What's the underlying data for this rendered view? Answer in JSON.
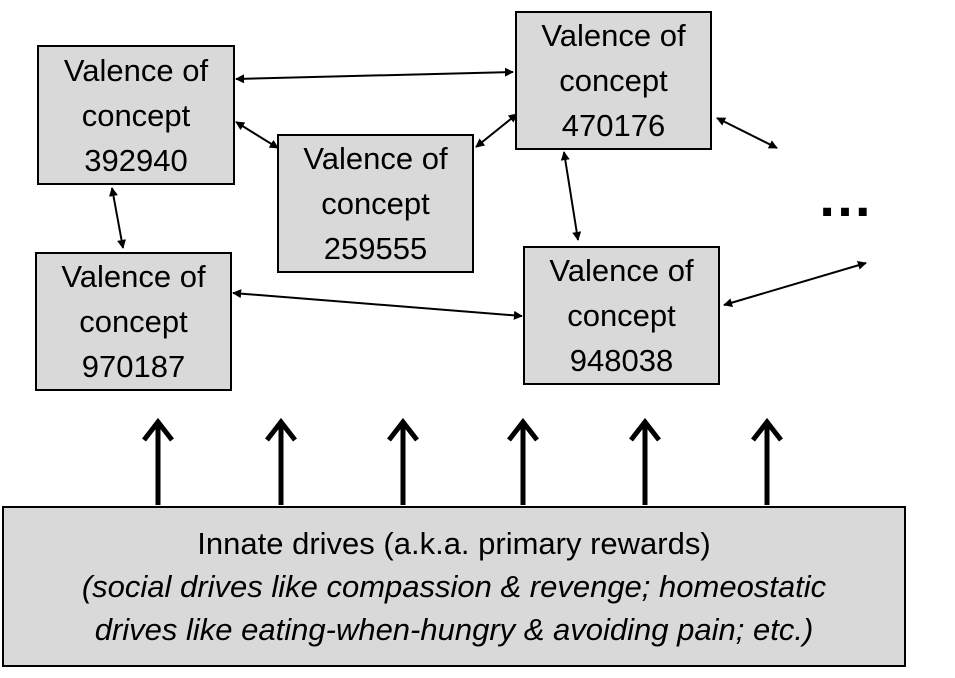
{
  "nodes": [
    {
      "id": "n392940",
      "label": "Valence of",
      "line2": "concept",
      "code": "392940"
    },
    {
      "id": "n259555",
      "label": "Valence of",
      "line2": "concept",
      "code": "259555"
    },
    {
      "id": "n470176",
      "label": "Valence of",
      "line2": "concept",
      "code": "470176"
    },
    {
      "id": "n970187",
      "label": "Valence of",
      "line2": "concept",
      "code": "970187"
    },
    {
      "id": "n948038",
      "label": "Valence of",
      "line2": "concept",
      "code": "948038"
    }
  ],
  "ellipsis": "…",
  "drives": {
    "title": "Innate drives (a.k.a. primary rewards)",
    "line1": "(social drives like compassion & revenge; homeostatic",
    "line2": "drives like eating-when-hungry & avoiding pain; etc.)"
  },
  "colors": {
    "box_fill": "#d9d9d9",
    "stroke": "#000000"
  }
}
